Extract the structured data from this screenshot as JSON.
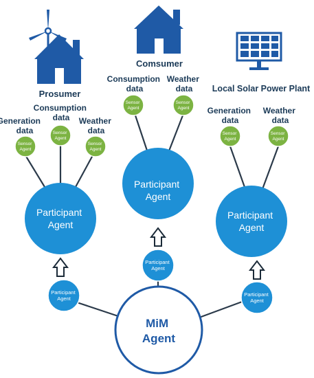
{
  "groups": {
    "prosumer": {
      "title": "Prosumer",
      "labels": {
        "generation": [
          "Generation",
          "data"
        ],
        "consumption": [
          "Consumption",
          "data"
        ],
        "weather": [
          "Weather",
          "data"
        ]
      }
    },
    "consumer": {
      "title": "Comsumer",
      "labels": {
        "consumption": [
          "Consumption",
          "data"
        ],
        "weather": [
          "Weather",
          "data"
        ]
      }
    },
    "solar": {
      "title": "Local Solar Power Plant",
      "labels": {
        "generation": [
          "Generation",
          "data"
        ],
        "weather": [
          "Weather",
          "data"
        ]
      }
    }
  },
  "nodes": {
    "sensor_agent": [
      "Sensor",
      "Agent"
    ],
    "participant_agent_large": [
      "Participant",
      "Agent"
    ],
    "participant_agent_small": [
      "Participant",
      "Agent"
    ],
    "mim_agent": [
      "MiM",
      "Agent"
    ]
  },
  "colors": {
    "blue_house": "#1f5aa6",
    "green_sensor": "#7cb342",
    "participant": "#1e90d6",
    "mim_border": "#1f5aa6",
    "line": "#2b3a4a",
    "label": "#1b3a57"
  },
  "icons": [
    "wind-turbine-icon",
    "house-icon",
    "solar-panel-icon",
    "up-arrow-icon"
  ]
}
